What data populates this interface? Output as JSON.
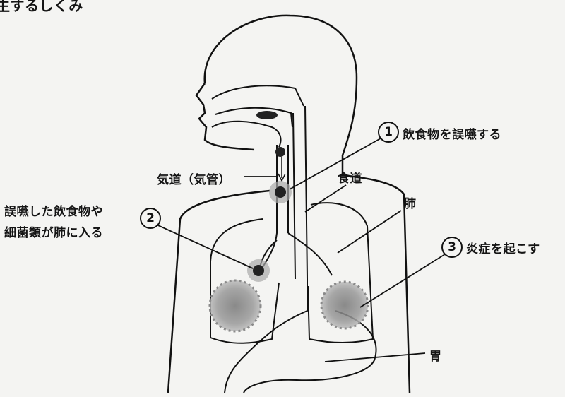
{
  "title_fragment": "生するしくみ",
  "steps": [
    {
      "number": "1",
      "text": "飲食物を誤嚥する"
    },
    {
      "number": "2",
      "line1": "誤嚥した飲食物や",
      "line2": "細菌類が肺に入る"
    },
    {
      "number": "3",
      "text": "炎症を起こす"
    }
  ],
  "labels": {
    "trachea": "気道（気管）",
    "esophagus": "食道",
    "lung": "肺",
    "stomach": "胃"
  }
}
